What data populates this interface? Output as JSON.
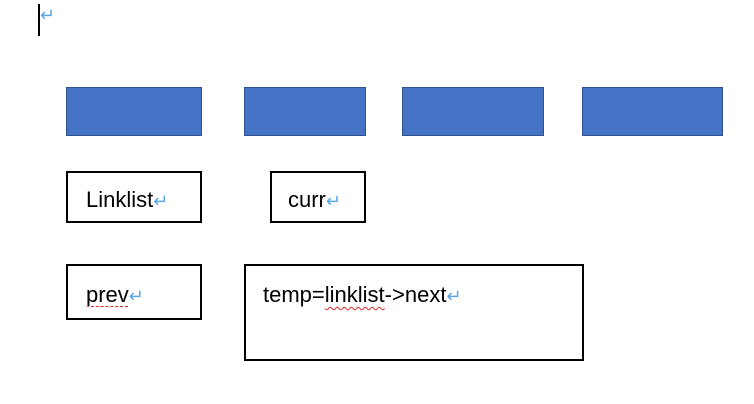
{
  "paragraph_mark": "↵",
  "shapes": {
    "fill_color": "#4472c4",
    "border_color": "#2f528f",
    "rect_count": 4
  },
  "boxes": {
    "linklist": {
      "text": "Linklist"
    },
    "curr": {
      "text": "curr"
    },
    "prev": {
      "text": "prev"
    },
    "temp": {
      "prefix": "temp=",
      "misspelled": "linklist",
      "suffix": "->next"
    }
  },
  "colors": {
    "paragraph_mark": "#5aa7e8",
    "spellcheck": "#e0242a"
  }
}
